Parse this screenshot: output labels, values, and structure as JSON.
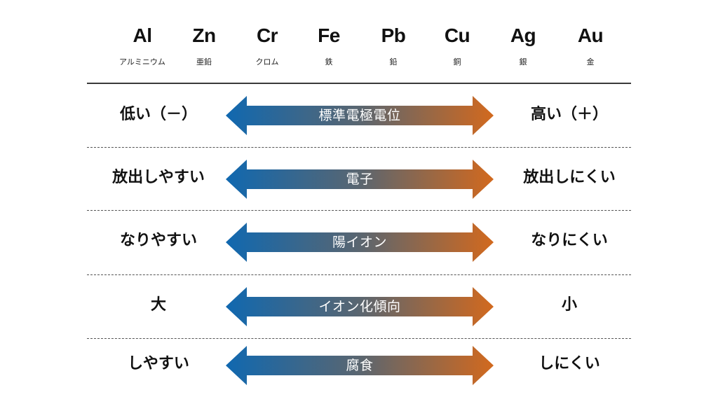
{
  "metals": [
    {
      "symbol": "Al",
      "name": "アルミニウム"
    },
    {
      "symbol": "Zn",
      "name": "亜鉛"
    },
    {
      "symbol": "Cr",
      "name": "クロム"
    },
    {
      "symbol": "Fe",
      "name": "鉄"
    },
    {
      "symbol": "Pb",
      "name": "鉛"
    },
    {
      "symbol": "Cu",
      "name": "銅"
    },
    {
      "symbol": "Ag",
      "name": "銀"
    },
    {
      "symbol": "Au",
      "name": "金"
    }
  ],
  "rows": [
    {
      "left": "低い（－）",
      "arrow": "標準電極電位",
      "right": "高い（＋）"
    },
    {
      "left": "放出しやすい",
      "arrow": "電子",
      "right": "放出しにくい"
    },
    {
      "left": "なりやすい",
      "arrow": "陽イオン",
      "right": "なりにくい"
    },
    {
      "left": "大",
      "arrow": "イオン化傾向",
      "right": "小"
    },
    {
      "left": "しやすい",
      "arrow": "腐食",
      "right": "しにくい"
    }
  ],
  "colors": {
    "arrow_left": "#1068b0",
    "arrow_mid": "#5a6670",
    "arrow_right": "#d2691e",
    "rule": "#3a3a3a",
    "dash": "#555555"
  }
}
